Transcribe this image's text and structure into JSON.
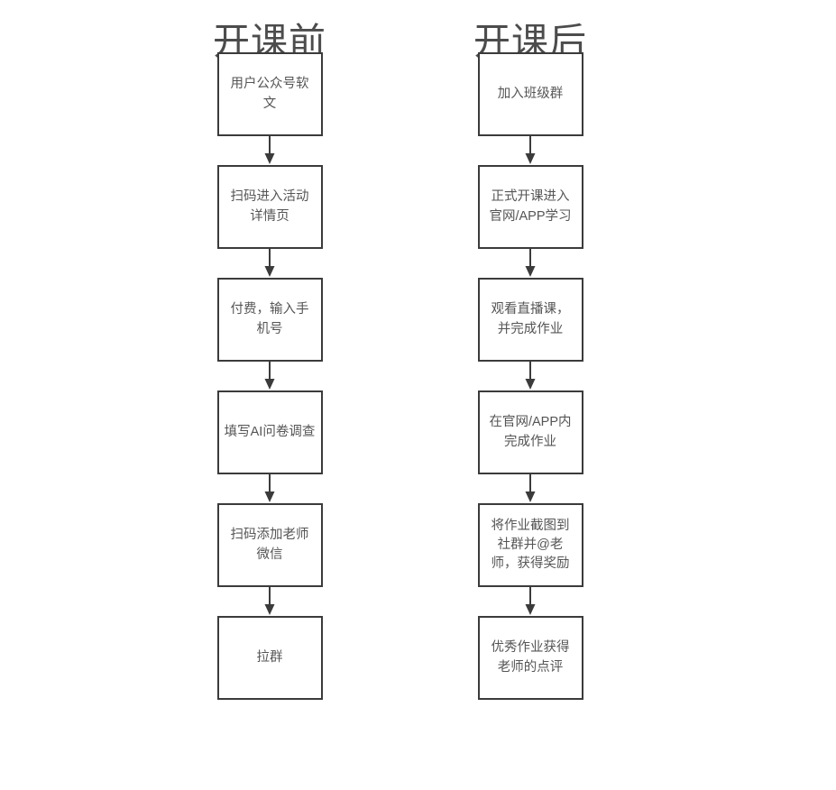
{
  "page": {
    "background_color": "#ffffff",
    "box_border_color": "#3b3b3b",
    "box_fill_color": "#ffffff",
    "text_color": "#555555",
    "header_color": "#4c4c4c",
    "arrow_color": "#3b3b3b"
  },
  "chart_data": {
    "type": "diagram",
    "diagram_type": "flowchart",
    "orientation": "vertical",
    "columns": 2,
    "title": "",
    "columns_data": [
      {
        "header": "开课前",
        "node_count": 6,
        "nodes": [
          "用户公众号软文",
          "扫码进入活动详情页",
          "付费，输入手机号",
          "填写AI问卷调查",
          "扫码添加老师微信",
          "拉群"
        ],
        "edges": [
          {
            "from": "用户公众号软文",
            "to": "扫码进入活动详情页"
          },
          {
            "from": "扫码进入活动详情页",
            "to": "付费，输入手机号"
          },
          {
            "from": "付费，输入手机号",
            "to": "填写AI问卷调查"
          },
          {
            "from": "填写AI问卷调查",
            "to": "扫码添加老师微信"
          },
          {
            "from": "扫码添加老师微信",
            "to": "拉群"
          }
        ]
      },
      {
        "header": "开课后",
        "node_count": 6,
        "nodes": [
          "加入班级群",
          "正式开课进入官网/APP学习",
          "观看直播课，并完成作业",
          "在官网/APP内完成作业",
          "将作业截图到社群并@老师，获得奖励",
          "优秀作业获得老师的点评"
        ],
        "edges": [
          {
            "from": "加入班级群",
            "to": "正式开课进入官网/APP学习"
          },
          {
            "from": "正式开课进入官网/APP学习",
            "to": "观看直播课，并完成作业"
          },
          {
            "from": "观看直播课，并完成作业",
            "to": "在官网/APP内完成作业"
          },
          {
            "from": "在官网/APP内完成作业",
            "to": "将作业截图到社群并@老师，获得奖励"
          },
          {
            "from": "将作业截图到社群并@老师，获得奖励",
            "to": "优秀作业获得老师的点评"
          }
        ]
      }
    ]
  },
  "left_column": {
    "header": "开课前",
    "nodes": [
      {
        "label": "用户公众号软文"
      },
      {
        "label": "扫码进入活动详情页"
      },
      {
        "label": "付费，输入手机号"
      },
      {
        "label": "填写AI问卷调查"
      },
      {
        "label": "扫码添加老师微信"
      },
      {
        "label": "拉群"
      }
    ]
  },
  "right_column": {
    "header": "开课后",
    "nodes": [
      {
        "label": "加入班级群"
      },
      {
        "label": "正式开课进入官网/APP学习"
      },
      {
        "label": "观看直播课，并完成作业"
      },
      {
        "label": "在官网/APP内完成作业"
      },
      {
        "label": "将作业截图到社群并@老师，获得奖励"
      },
      {
        "label": "优秀作业获得老师的点评"
      }
    ]
  }
}
